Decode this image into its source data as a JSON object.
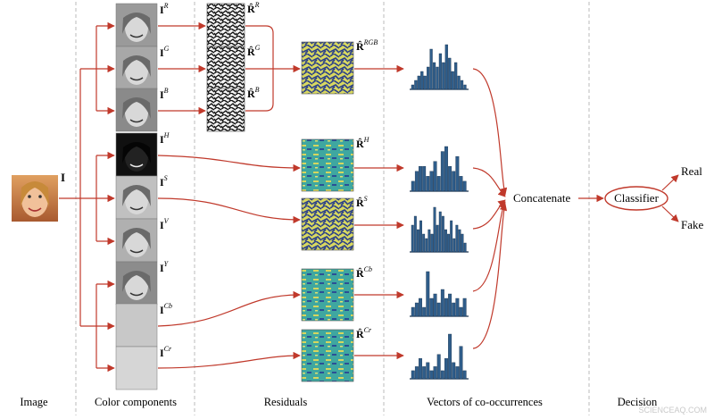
{
  "columns": [
    "Image",
    "Color components",
    "Residuals",
    "Vectors of co-occurrences",
    "Decision"
  ],
  "input_label": "I",
  "components": [
    {
      "sup": "R"
    },
    {
      "sup": "G"
    },
    {
      "sup": "B"
    },
    {
      "sup": "H"
    },
    {
      "sup": "S"
    },
    {
      "sup": "V"
    },
    {
      "sup": "Y"
    },
    {
      "sup": "Cb"
    },
    {
      "sup": "Cr"
    }
  ],
  "rgb_residuals": [
    {
      "sup": "R"
    },
    {
      "sup": "G"
    },
    {
      "sup": "B"
    }
  ],
  "residuals": [
    {
      "sup": "RGB"
    },
    {
      "sup": "H"
    },
    {
      "sup": "S"
    },
    {
      "sup": "Cb"
    },
    {
      "sup": "Cr"
    }
  ],
  "concatenate": "Concatenate",
  "classifier": "Classifier",
  "outputs": [
    "Real",
    "Fake"
  ],
  "watermark": "SCIENCEAQ.COM",
  "colors": {
    "arrow": "#c0392b",
    "bar": "#2f5d8a",
    "bar_edge": "#1b3550",
    "divider": "#bbbbbb"
  },
  "histograms": [
    [
      1,
      2,
      3,
      4,
      3,
      5,
      9,
      6,
      5,
      8,
      6,
      10,
      7,
      4,
      6,
      3,
      2,
      1
    ],
    [
      2,
      4,
      5,
      5,
      3,
      4,
      6,
      3,
      8,
      9,
      5,
      4,
      7,
      3,
      2
    ],
    [
      6,
      8,
      5,
      7,
      4,
      3,
      5,
      4,
      10,
      6,
      9,
      8,
      5,
      4,
      7,
      3,
      6,
      5,
      4,
      2
    ],
    [
      2,
      3,
      4,
      2,
      10,
      4,
      5,
      3,
      6,
      4,
      5,
      3,
      4,
      2,
      4
    ],
    [
      2,
      3,
      5,
      3,
      4,
      2,
      3,
      6,
      2,
      5,
      11,
      4,
      3,
      8,
      2
    ]
  ]
}
